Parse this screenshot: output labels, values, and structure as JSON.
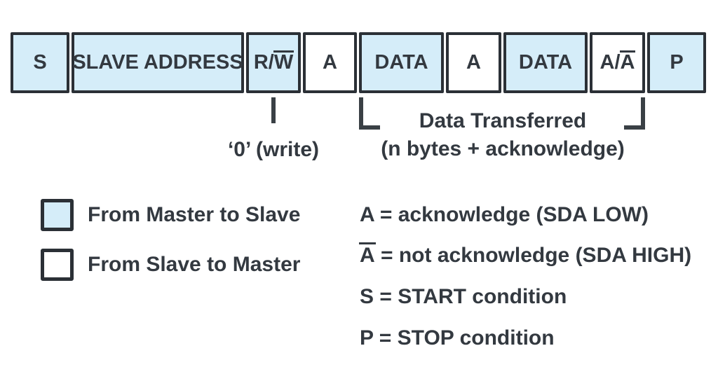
{
  "diagram": {
    "boxes": [
      {
        "label": "S",
        "from": "master"
      },
      {
        "label": "SLAVE ADDRESS",
        "from": "master"
      },
      {
        "label_pre": "R/",
        "label_over": "W",
        "from": "master"
      },
      {
        "label": "A",
        "from": "slave"
      },
      {
        "label": "DATA",
        "from": "master"
      },
      {
        "label": "A",
        "from": "slave"
      },
      {
        "label": "DATA",
        "from": "master"
      },
      {
        "label_pre": "A/",
        "label_over": "A",
        "from": "slave"
      },
      {
        "label": "P",
        "from": "master"
      }
    ],
    "annotations": {
      "write_label": "‘0’ (write)",
      "transfer_line1": "Data Transferred",
      "transfer_line2": "(n bytes + acknowledge)"
    },
    "colors": {
      "master_fill": "#d5edf9",
      "slave_fill": "#ffffff",
      "border": "#2b3036",
      "text": "#333940"
    }
  },
  "legend": {
    "items": [
      {
        "swatch": "master",
        "label": "From Master to Slave"
      },
      {
        "swatch": "slave",
        "label": "From Slave to Master"
      }
    ]
  },
  "definitions": [
    {
      "text": "A = acknowledge (SDA LOW)"
    },
    {
      "term_over": "A",
      "rest": " = not acknowledge (SDA HIGH)"
    },
    {
      "text": "S = START condition"
    },
    {
      "text": "P = STOP condition"
    }
  ]
}
